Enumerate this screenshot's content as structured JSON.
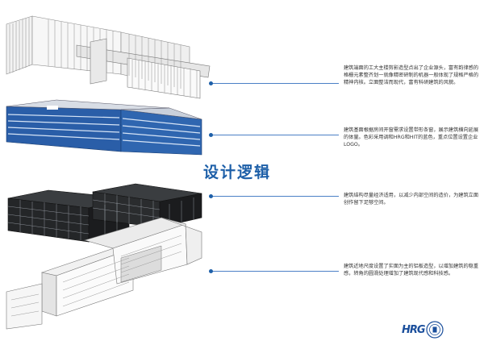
{
  "title": "设计逻辑",
  "notes": [
    "建筑端面的工大主楼剪影造型点出了企业源头，富有韵律感的格栅元素整齐划一就像精密研制的机器一般体现了规格严格的精神内核。立面整洁而现代，富有科研建筑的风貌。",
    "建筑基面根据房间开窗需求设置带形条窗，展示建筑横向延展的体量。色彩采用调和HRG和HIT的蓝色，重点位置设置企业LOGO。",
    "建筑结构尽量经济适用，以减少内部空间的造价，为建筑立面创作留下足够空间。",
    "建筑近地尺度设置了实面为主的铝板造型，以增加建筑的稳重感，转角的圆滑处理增加了建筑现代感和科技感。"
  ],
  "logo": {
    "brand": "HRG"
  },
  "colors": {
    "accent": "#1d5fa8",
    "line": "#4b80c6",
    "facade": "#2a5ea8",
    "structure": "#1e2022"
  }
}
